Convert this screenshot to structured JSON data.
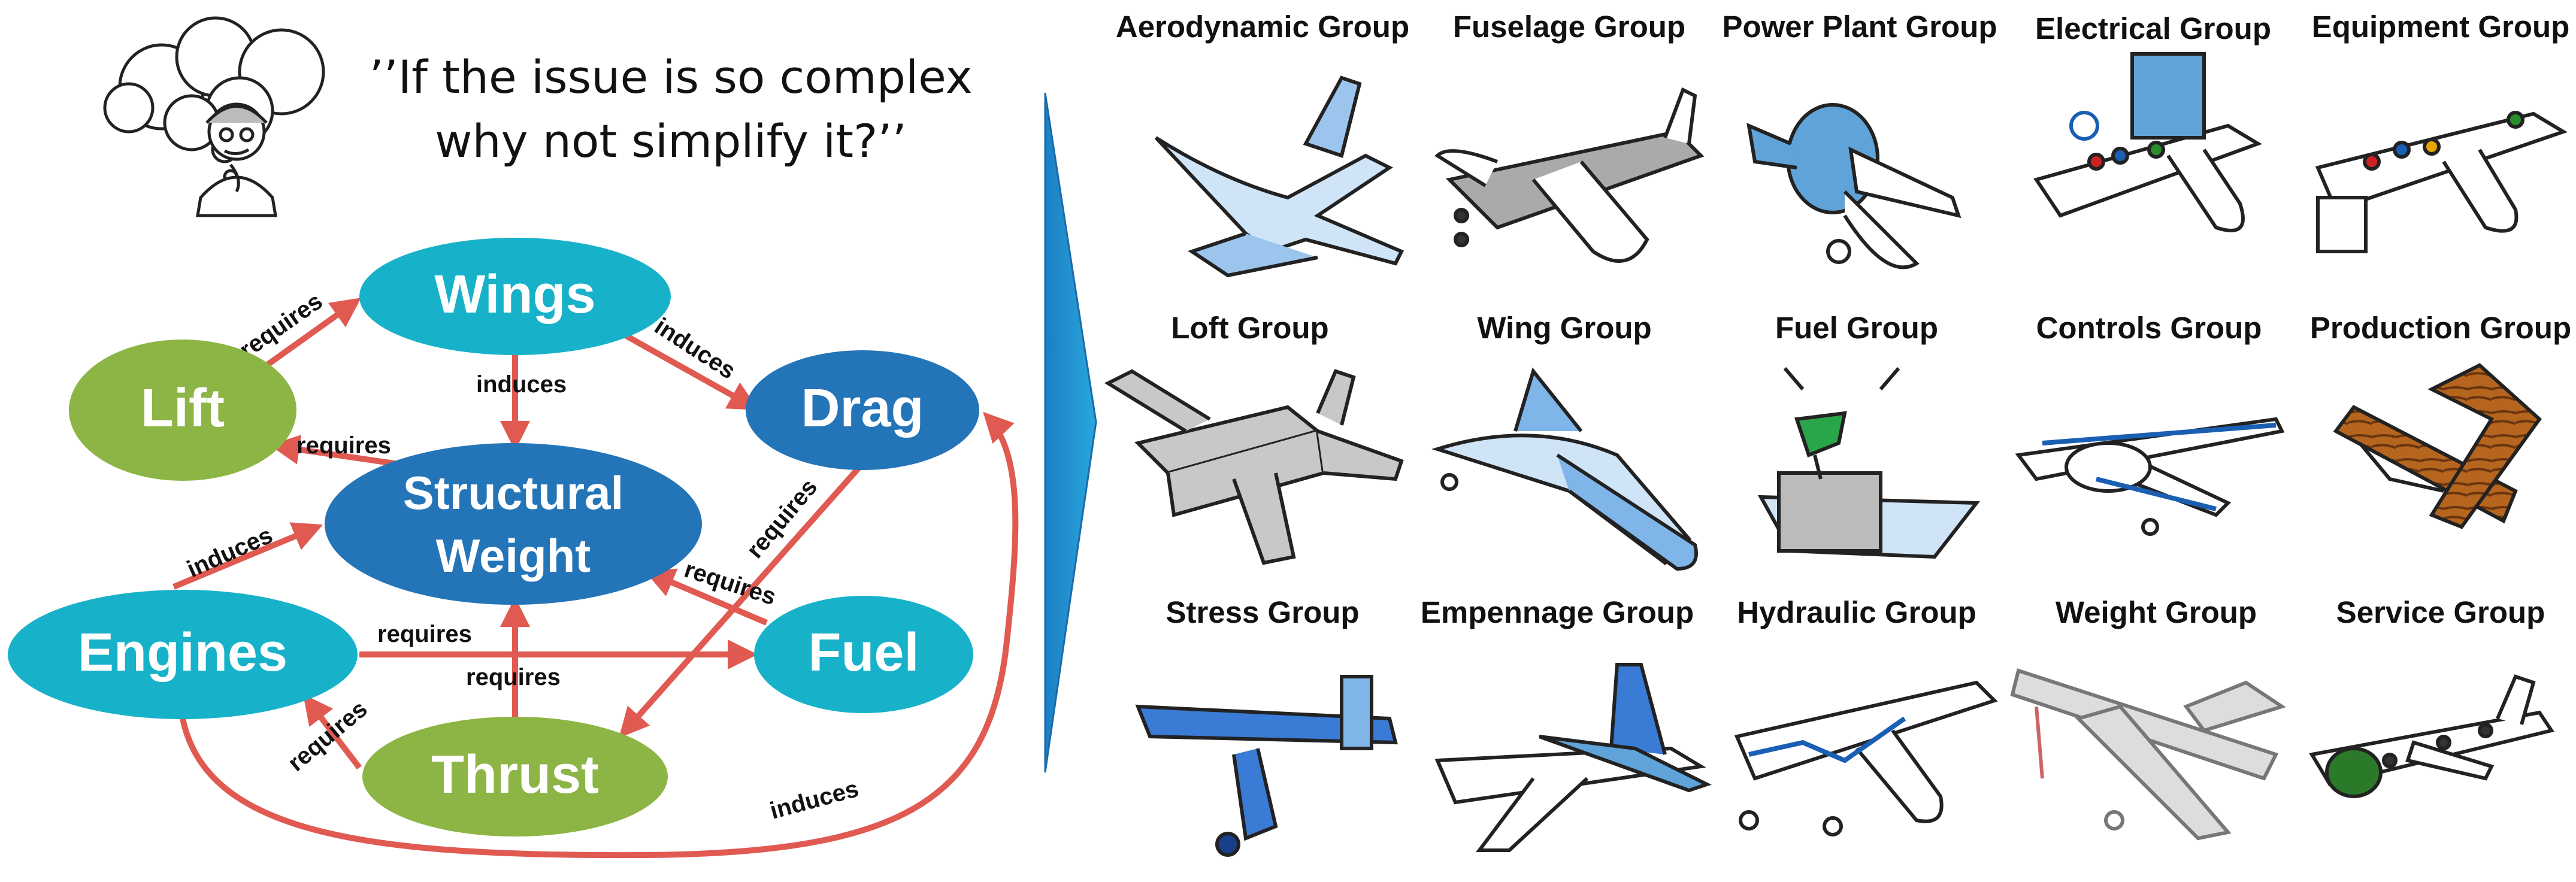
{
  "quote": {
    "line1": "’’If the issue is so complex",
    "line2": "why not simplify it?’’"
  },
  "diagram": {
    "nodes": {
      "wings": "Wings",
      "lift": "Lift",
      "drag": "Drag",
      "structural_weight_1": "Structural",
      "structural_weight_2": "Weight",
      "engines": "Engines",
      "fuel": "Fuel",
      "thrust": "Thrust"
    },
    "edges": {
      "lift_wings": "requires",
      "wings_drag": "induces",
      "wings_weight": "induces",
      "weight_lift": "requires",
      "engines_weight": "induces",
      "drag_thrust": "requires",
      "fuel_weight": "requires",
      "engines_fuel": "requires",
      "thrust_weight": "requires",
      "thrust_engines": "requires",
      "engines_drag": "induces"
    },
    "colors": {
      "teal": "#17b2c9",
      "blue": "#2474b8",
      "green": "#8db545",
      "arrow": "#e05a52"
    }
  },
  "groups": {
    "row1": [
      "Aerodynamic Group",
      "Fuselage Group",
      "Power Plant Group",
      "Electrical Group",
      "Equipment Group"
    ],
    "row2": [
      "Loft Group",
      "Wing Group",
      "Fuel Group",
      "Controls Group",
      "Production Group"
    ],
    "row3": [
      "Stress Group",
      "Empennage Group",
      "Hydraulic Group",
      "Weight Group",
      "Service Group"
    ]
  }
}
